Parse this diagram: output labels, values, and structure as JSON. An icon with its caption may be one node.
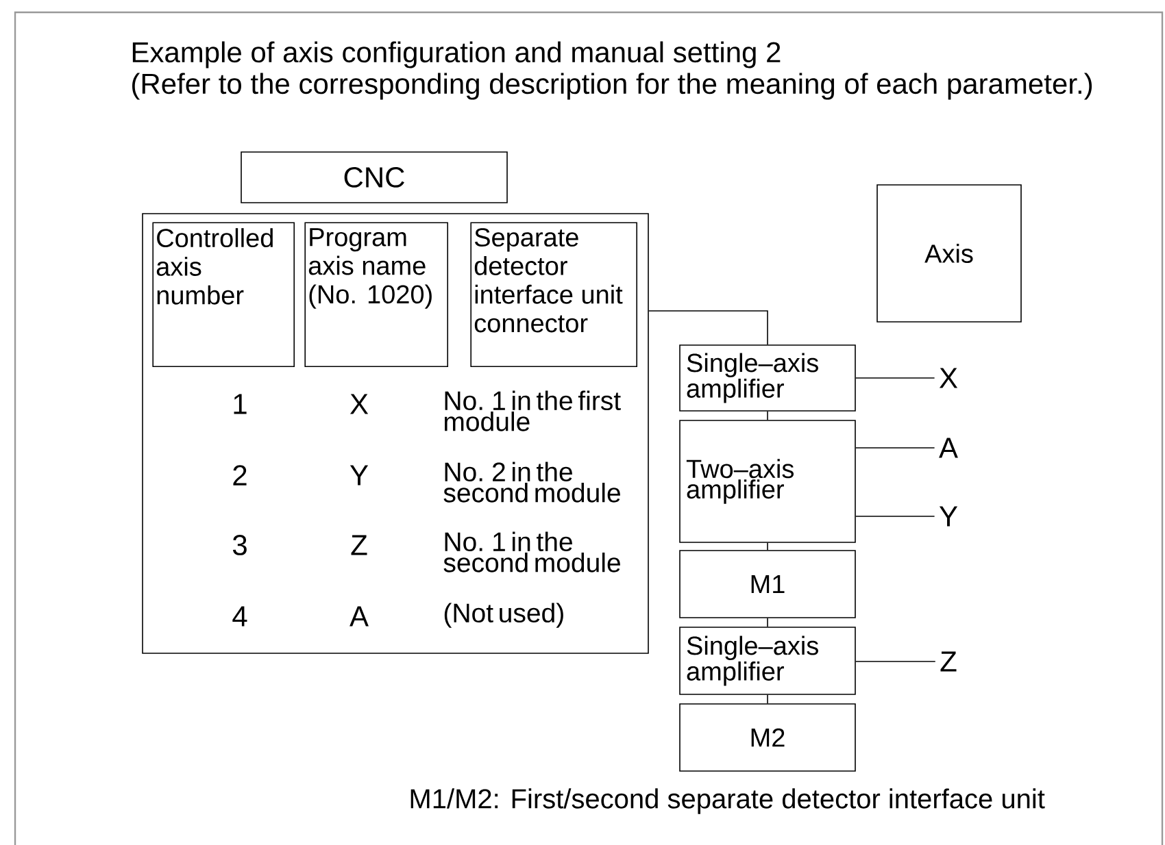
{
  "diagram": {
    "title": "Example of axis configuration and manual setting 2",
    "nodes": [
      {
        "text": [
          "CNC"
        ]
      },
      {
        "text": [],
        "shape": "box"
      },
      {
        "text": [
          "Controlled axis number"
        ],
        "in": 1
      },
      {
        "text": [
          "Program axis name (No. 1020)"
        ],
        "in": 1
      },
      {
        "text": [
          "Separate detector interface unit connector"
        ],
        "in": 1
      },
      {
        "text": [
          "Axis"
        ]
      },
      {
        "text": [
          "Single–axis amplifier"
        ]
      },
      {
        "text": [
          "Two–axis amplifier"
        ]
      },
      {
        "text": [
          "M1"
        ]
      },
      {
        "text": [
          "Single–axis amplifier"
        ]
      },
      {
        "text": [
          "M2"
        ]
      },
      {
        "text": [
          "X"
        ]
      },
      {
        "text": [
          "A"
        ]
      },
      {
        "text": [
          "Y"
        ]
      },
      {
        "text": [
          "Z"
        ]
      }
    ],
    "edges": [
      {
        "from": 1,
        "to": 6,
        "arrow": "none"
      },
      {
        "from": 6,
        "to": 7,
        "arrow": "none"
      },
      {
        "from": 7,
        "to": 8,
        "arrow": "none"
      },
      {
        "from": 8,
        "to": 9,
        "arrow": "none"
      },
      {
        "from": 9,
        "to": 10,
        "arrow": "none"
      },
      {
        "from": 6,
        "to": 11,
        "arrow": "none"
      },
      {
        "from": 7,
        "to": 12,
        "arrow": "none"
      },
      {
        "from": 7,
        "to": 13,
        "arrow": "none"
      },
      {
        "from": 9,
        "to": 14,
        "arrow": "none"
      }
    ],
    "labels": [
      "(Refer to the corresponding description for the meaning of each parameter.)",
      "1",
      "X",
      "No. 1 in the first module",
      "2",
      "Y",
      "No. 2 in the second module",
      "3",
      "Z",
      "No. 1 in the second module",
      "4",
      "A",
      "(Not used)",
      "M1/M2: First/second separate detector interface unit"
    ]
  }
}
